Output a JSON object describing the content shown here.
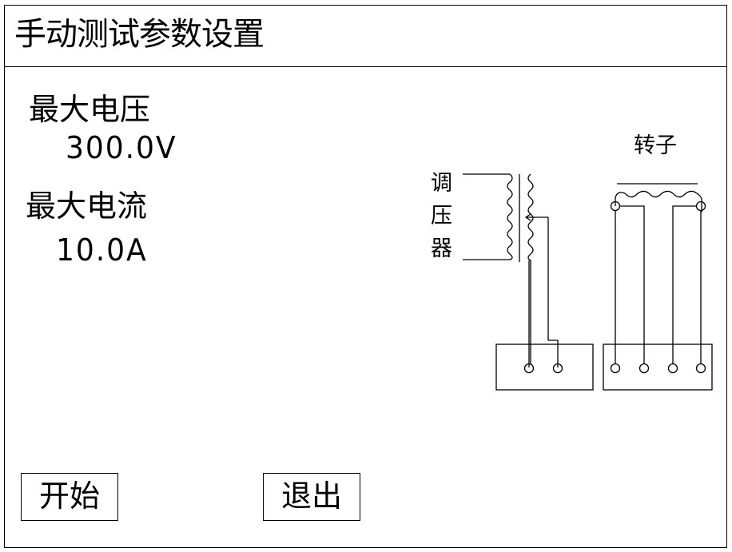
{
  "header": {
    "title": "手动测试参数设置"
  },
  "params": [
    {
      "label": "最大电压",
      "value": "300.0V"
    },
    {
      "label": "最大电流",
      "value": "10.0A"
    }
  ],
  "diagram": {
    "regulator_label": [
      "调",
      "压",
      "器"
    ],
    "rotor_label": "转子"
  },
  "buttons": {
    "start": "开始",
    "exit": "退出"
  }
}
